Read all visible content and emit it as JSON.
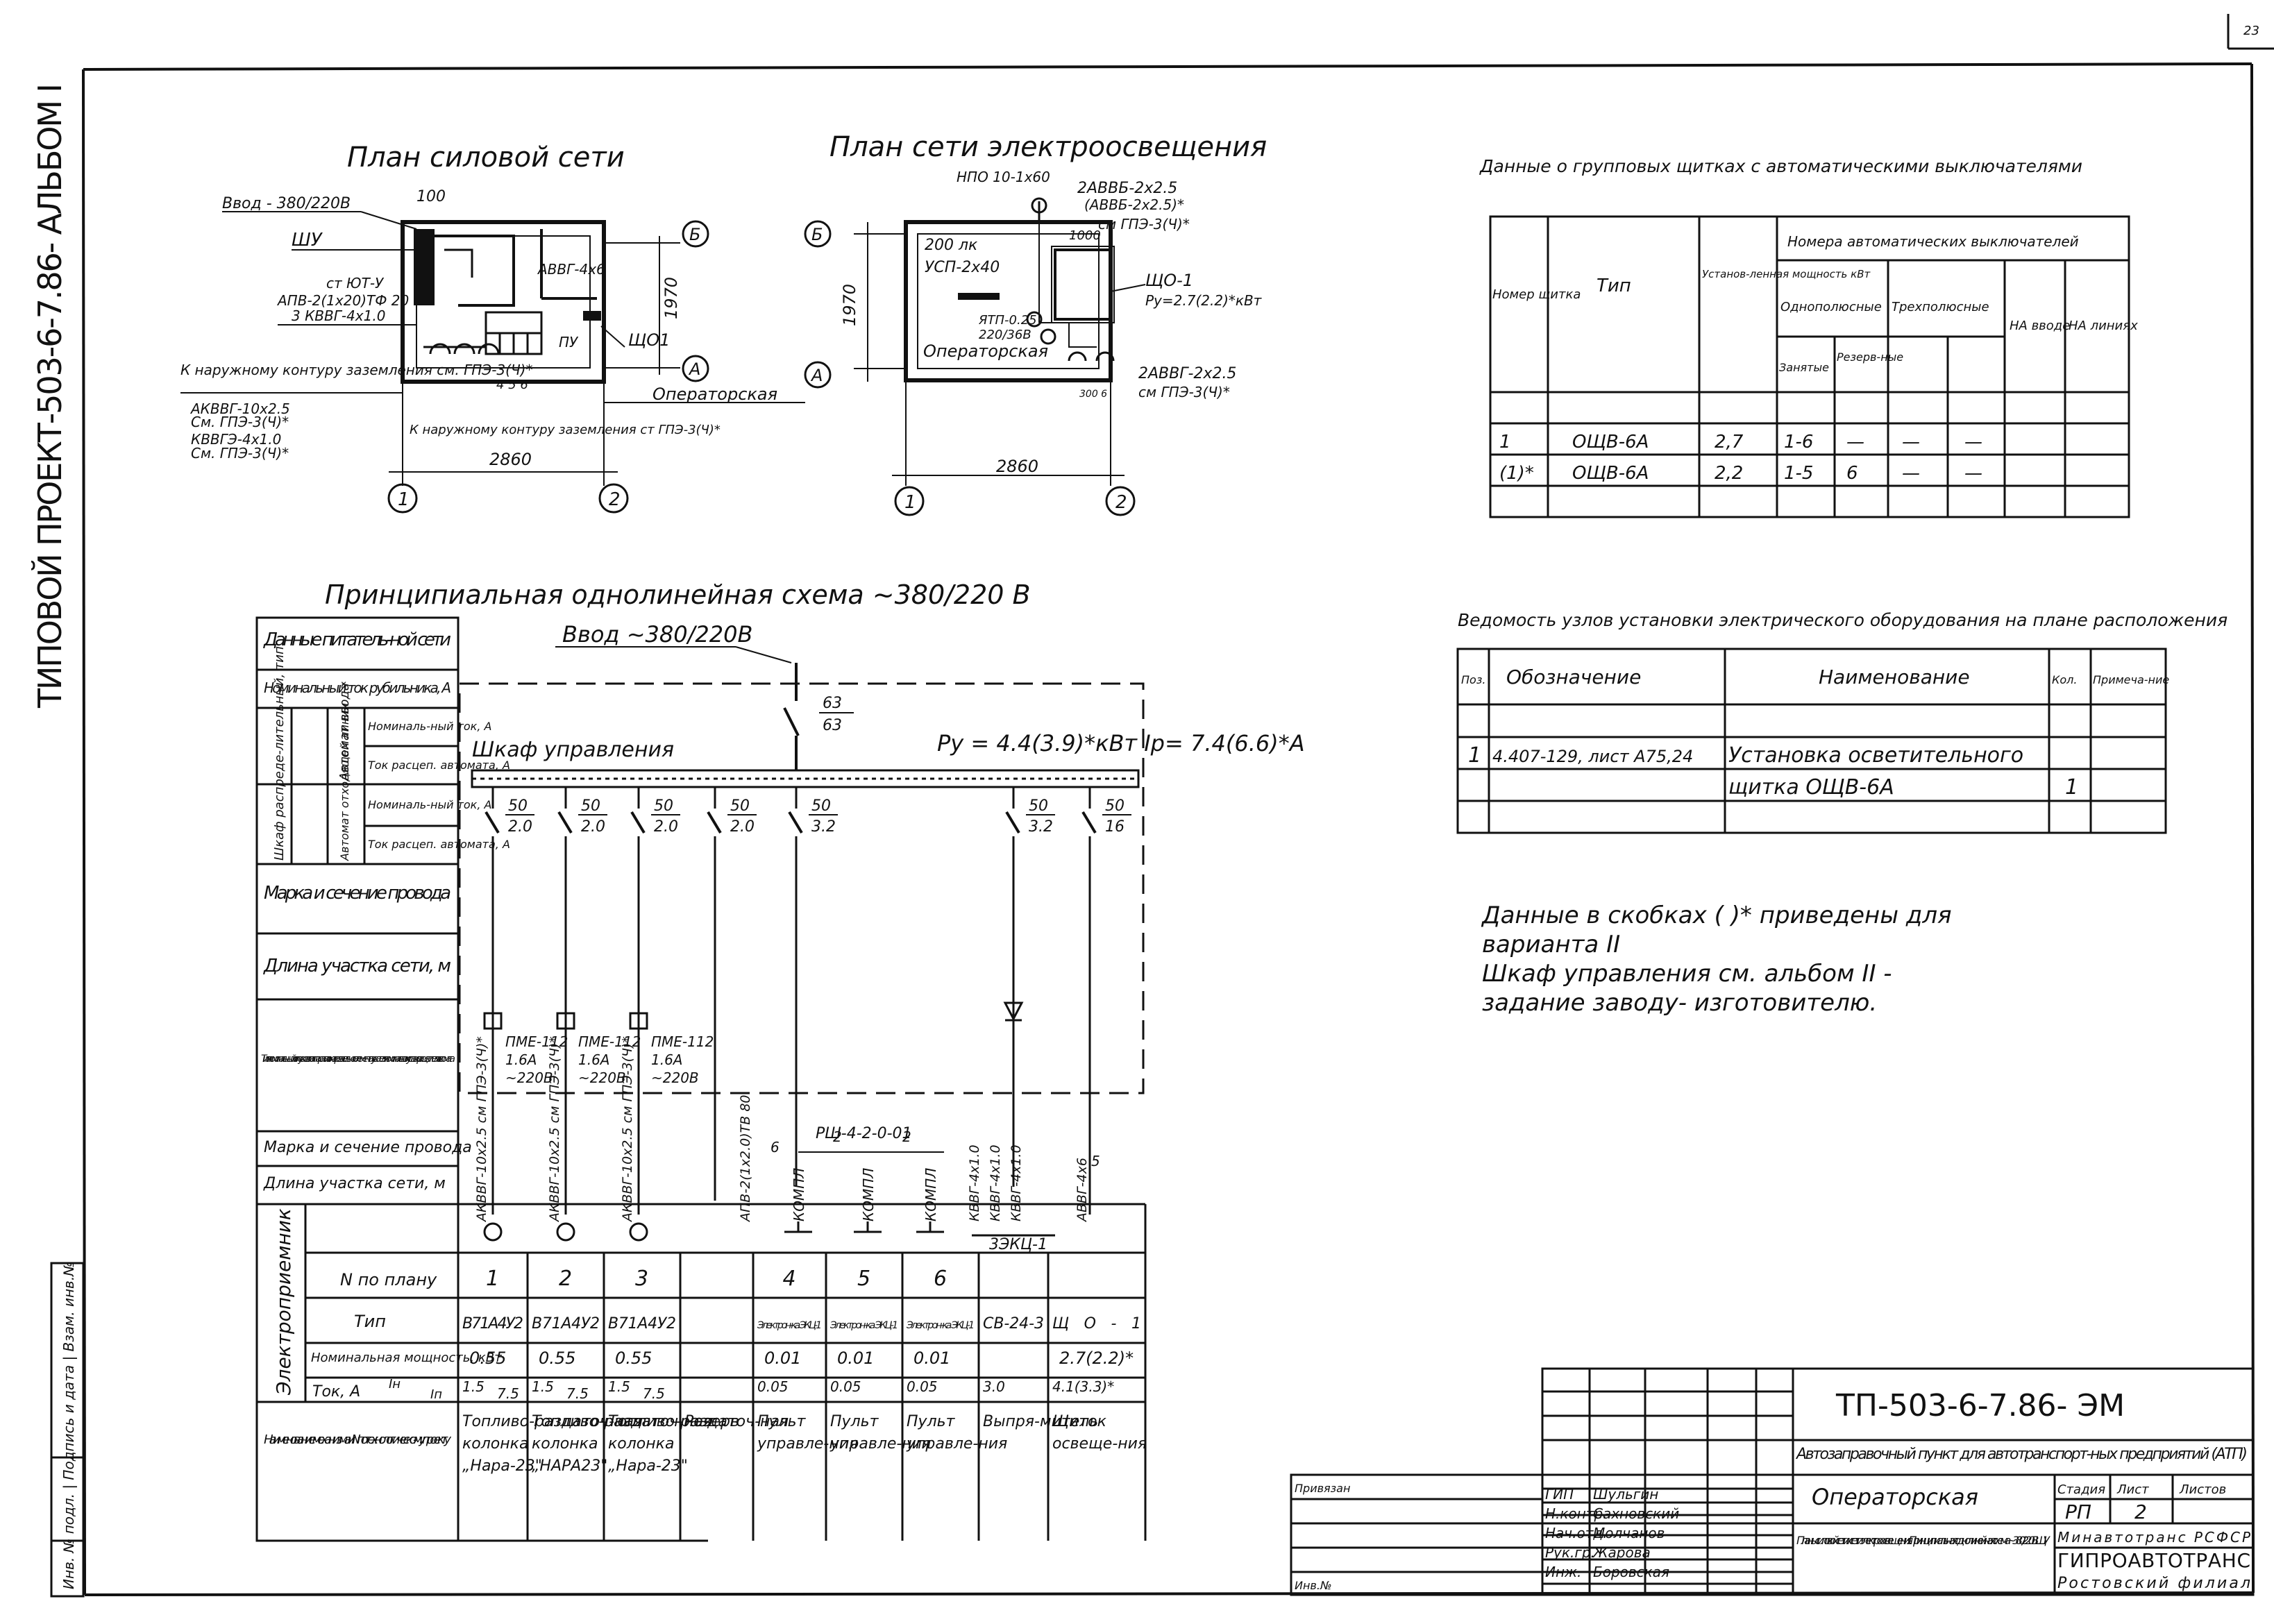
{
  "page_number": "23",
  "album_stamp": "ТИПОВОЙ ПРОЕКТ-503-6-7.86- АЛЬБОМ I",
  "side_stamp": "Инв. № подл. | Подпись и дата | Взам. инв.№",
  "power_plan": {
    "title": "План силовой сети",
    "input": "Ввод - 380/220В",
    "cabinet": "ШУ",
    "dim_100": "100",
    "dim_1970": "1970",
    "dim_2860": "2860",
    "axis_b": "Б",
    "axis_a": "А",
    "axis_1": "1",
    "axis_2": "2",
    "cable_1": "АВВГ-4х6",
    "note_1": "ст ЮТ-У",
    "note_2": "АПВ-2(1х20)ТФ 20",
    "note_3": "3 КВВГ-4х1.0",
    "shch": "ЩО1",
    "pu": "ПУ",
    "ground_1": "К наружному контуру заземления см. ГПЭ-3(Ч)*",
    "cable_2": "АКВВГ-10х2.5",
    "cable_2b": "См. ГПЭ-3(Ч)*",
    "cable_3": "КВВГЭ-4х1.0",
    "cable_3b": "См. ГПЭ-3(Ч)*",
    "ground_2": "К наружному контуру заземления ст ГПЭ-3(Ч)*",
    "sub_dims": "4 5 6",
    "room": "Операторская"
  },
  "light_plan": {
    "title": "План сети электроосвещения",
    "lamp": "НПО 10-1х60",
    "cable_a": "2АВВБ-2х2.5",
    "cable_b": "(АВВБ-2х2.5)*",
    "cable_c": "см ГПЭ-3(Ч)*",
    "lux": "200 лк",
    "usp": "УСП-2х40",
    "ytp": "ЯТП-0.25",
    "ytp2": "220/36В",
    "room": "Операторская",
    "dim_1000": "1000",
    "shch": "ЩО-1",
    "shch_p": "Ру=2.7(2.2)*кВт",
    "cable_d": "2АВВГ-2х2.5",
    "cable_e": "см ГПЭ-3(Ч)*",
    "dim_300": "300 6",
    "dim_1970": "1970",
    "dim_2860": "2860",
    "axis_b": "Б",
    "axis_a": "А",
    "axis_1": "1",
    "axis_2": "2"
  },
  "group_panels": {
    "title": "Данные о групповых щитках с автоматическими выключателями",
    "headers": {
      "num": "Номер щитка",
      "type": "Тип",
      "power": "Установ-ленная мощность кВт",
      "breakers": "Номера автоматических выключателей",
      "single": "Однополюсные",
      "three": "Трехполюсные",
      "input": "НА вводе",
      "lines": "НА линиях",
      "busy": "Занятые",
      "reserve": "Резерв-ные"
    },
    "rows": [
      [
        "1",
        "ОЩВ-6А",
        "2,7",
        "1-6",
        "—",
        "—",
        "—",
        "",
        ""
      ],
      [
        "(1)*",
        "ОЩВ-6А",
        "2,2",
        "1-5",
        "6",
        "—",
        "—",
        "",
        ""
      ]
    ]
  },
  "nodes_table": {
    "title": "Ведомость узлов установки электрического оборудования на плане расположения",
    "headers": [
      "Поз.",
      "Обозначение",
      "Наименование",
      "Кол.",
      "Примеча-ние"
    ],
    "rows": [
      [
        "1",
        "4.407-129, лист А75,24",
        "Установка осветительного",
        "",
        ""
      ],
      [
        "",
        "",
        "щитка ОЩВ-6А",
        "1",
        ""
      ]
    ]
  },
  "notes": [
    "Данные в скобках ( )* приведены для",
    "варианта II",
    "Шкаф управления см. альбом II -",
    "задание заводу- изготовителю."
  ],
  "schematic": {
    "title": "Принципиальная однолинейная схема ~380/220 В",
    "input": "Ввод ~380/220В",
    "main_breaker": [
      "63",
      "63"
    ],
    "cabinet": "Шкаф управления",
    "power": "Ру = 4.4(3.9)*кВт Ір= 7.4(6.6)*А",
    "side_labels": {
      "supply": "Данные питатель-ной сети",
      "rated": "Номинальный ток рубильника, А",
      "cab_label": "Шкаф распреде-лительный, тип",
      "auto_in": "Автомат ввода",
      "auto_line": "Автомат отходящей линии",
      "rated_a": "Номиналь-ный ток, А",
      "trip_a": "Ток расцеп. автомата, А",
      "rated_b": "Номиналь-ный ток, А",
      "trip_b": "Ток расцеп. автомата, А",
      "wire": "Марка и сечение провода",
      "length": "Длина участка сети, м",
      "starter": "Тип и номинальный ток пускового аппарата и ток нагрева-тельного элемента пускателя номинальн. ток и уставка расце-пителя автомата",
      "wire2": "Марка и сечение провода",
      "length2": "Длина участка сети, м",
      "receiver": "Электроприемник",
      "no_plan": "N по плану",
      "type": "Тип",
      "power": "Номинальная мощность, кВт",
      "current": "Ток, А",
      "in": "Ін",
      "ip": "Іп",
      "name": "Наименование механизма и N по технологическо-му проекту"
    },
    "breakers": [
      [
        "50",
        "2.0"
      ],
      [
        "50",
        "2.0"
      ],
      [
        "50",
        "2.0"
      ],
      [
        "50",
        "2.0"
      ],
      [
        "50",
        "3.2"
      ],
      [
        "50",
        "3.2"
      ],
      [
        "50",
        "16"
      ]
    ],
    "starters": [
      [
        "ПМЕ-112",
        "1.6А",
        "~220В"
      ],
      [
        "ПМЕ-112",
        "1.6А",
        "~220В"
      ],
      [
        "ПМЕ-112",
        "1.6А",
        "~220В"
      ]
    ],
    "cables": [
      "АКВВГ-10х2.5 см ГПЭ-3(Ч)*",
      "АКВВГ-10х2.5 см ГПЭ-3(Ч)*",
      "АКВВГ-10х2.5 см ГПЭ-3(Ч)*",
      "АПВ-2(1х2.0)ТВ 80",
      "КВВГ-4х1.0",
      "КВВГ-4х1.0",
      "КВВГ-4х1.0",
      "АВВГ-4х6"
    ],
    "rsh": "РШ-4-2-0-01",
    "panels": [
      "КОМПЛ",
      "КОМПЛ",
      "КОМПЛ"
    ],
    "zekc": "3ЭКЦ-1",
    "wire_lengths": [
      "6",
      "2",
      "2",
      "5"
    ],
    "receivers": [
      {
        "no": "1",
        "type": "В71А4У2",
        "power": "0.55",
        "in": "1.5",
        "ip": "7.5",
        "name": "Топливо-раздаточ-ная колонка „Нара-23\""
      },
      {
        "no": "2",
        "type": "В71А4У2",
        "power": "0.55",
        "in": "1.5",
        "ip": "7.5",
        "name": "Топливо-раздаточ-ная колонка „НАРА23\""
      },
      {
        "no": "3",
        "type": "В71А4У2",
        "power": "0.55",
        "in": "1.5",
        "ip": "7.5",
        "name": "Топливо-раздаточ-ная колонка „Нара-23\""
      },
      {
        "no": "",
        "type": "",
        "power": "",
        "in": "",
        "ip": "",
        "name": "Резерв"
      },
      {
        "no": "4",
        "type": "Электрон-ка ЭКЦ-1",
        "power": "0.01",
        "in": "0.05",
        "ip": "",
        "name": "Пульт управле-ния"
      },
      {
        "no": "5",
        "type": "Электрон-ка ЭКЦ-1",
        "power": "0.01",
        "in": "0.05",
        "ip": "",
        "name": "Пульт управле-ния"
      },
      {
        "no": "6",
        "type": "Электрон-ка ЭКЦ-1",
        "power": "0.01",
        "in": "0.05",
        "ip": "",
        "name": "Пульт управле-ния"
      },
      {
        "no": "",
        "type": "СВ-24-3",
        "power": "",
        "in": "3.0",
        "ip": "",
        "name": "Выпря-митель"
      },
      {
        "no": "",
        "type": "ЩО-1",
        "power": "2.7(2.2)*",
        "in": "4.1(3.3)*",
        "ip": "",
        "name": "Щиток освеще-ния"
      }
    ]
  },
  "stamp": {
    "code": "ТП-503-6-7.86- ЭМ",
    "project": "Автозаправочный пункт для автотранспорт-ных предприятий (АТП)",
    "object": "Операторская",
    "sheet_name": "Планы силовой сети и сети электроосвещения. Принципиальная однолинейная схема ~380/220В ЩУ",
    "stage_h": "Стадия",
    "sheet_h": "Лист",
    "sheets_h": "Листов",
    "stage": "РП",
    "sheet": "2",
    "sheets": "",
    "org1": "Минавтотранс РСФСР",
    "org2": "ГИПРОАВТОТРАНС",
    "org3": "Ростовский филиал",
    "linked": "Привязан",
    "inv": "Инв.№",
    "people": [
      [
        "ГИП",
        "Шульгин"
      ],
      [
        "Н.контр.",
        "Сахновский"
      ],
      [
        "Нач.отд.",
        "Молчанов"
      ],
      [
        "Рук.гр.",
        "Жарова"
      ],
      [
        "Инж.",
        "Боровская"
      ]
    ]
  }
}
